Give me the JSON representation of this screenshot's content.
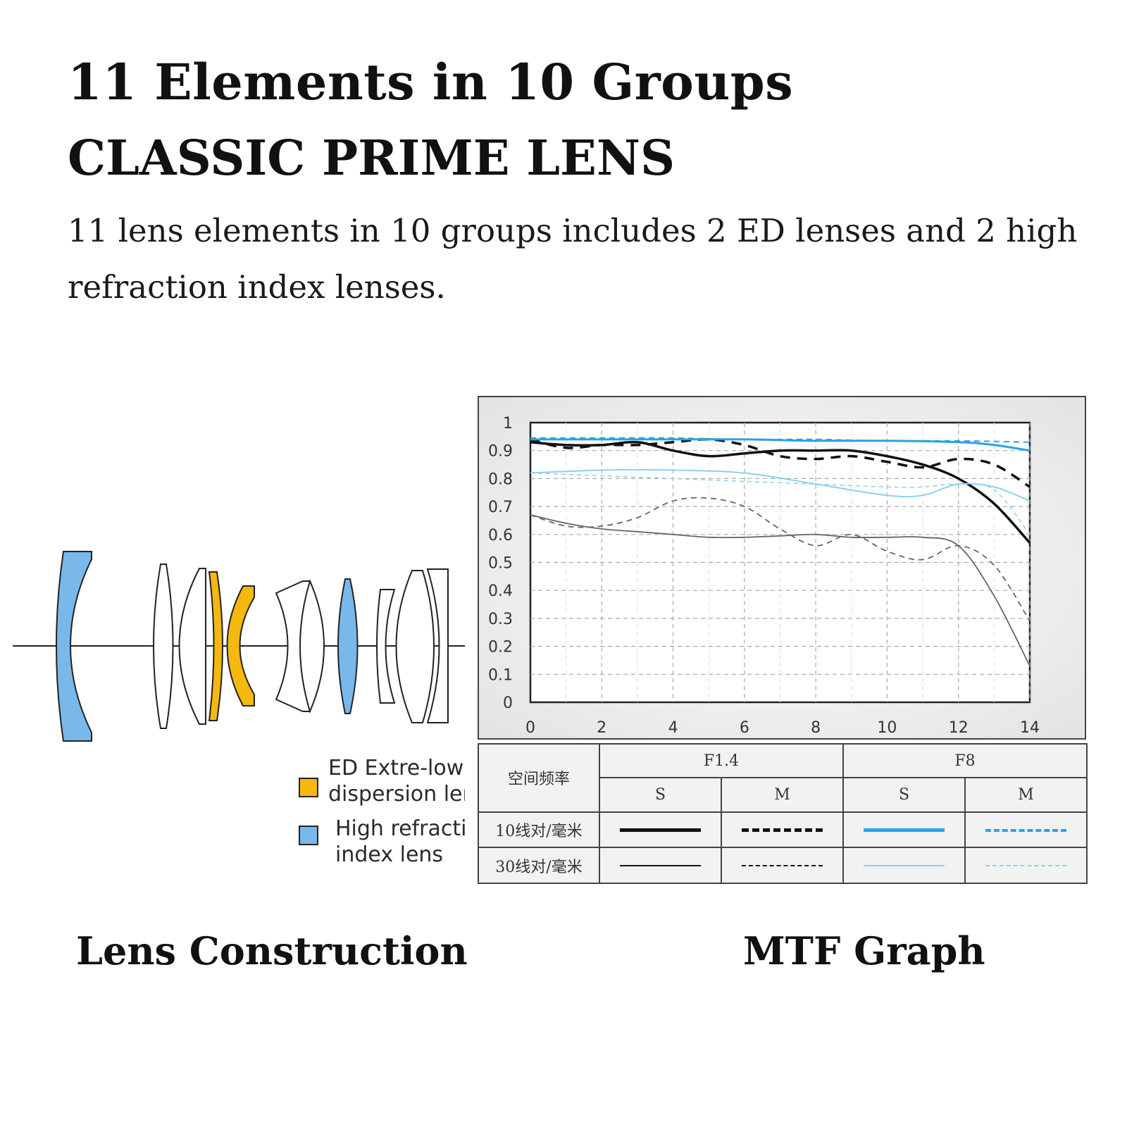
{
  "header": {
    "title": "11 Elements in 10 Groups",
    "subtitle": "CLASSIC PRIME LENS",
    "description": "11 lens elements in 10 groups includes 2 ED lenses and 2 high refraction index lenses."
  },
  "lens_construction": {
    "caption": "Lens Construction",
    "legend": [
      {
        "line1": "ED Extre-low",
        "line2": "dispersion lens",
        "color": "#f5b80f"
      },
      {
        "line1": "High refraction",
        "line2": "index lens",
        "color": "#7ab8ea"
      }
    ]
  },
  "mtf": {
    "caption": "MTF Graph",
    "table": {
      "corner": "空间频率",
      "apertures": [
        "F1.4",
        "F8"
      ],
      "sub": [
        "S",
        "M",
        "S",
        "M"
      ],
      "rows": [
        "10线对/毫米",
        "30线对/毫米"
      ]
    }
  },
  "colors": {
    "black": "#111111",
    "blue": "#2aa3e6",
    "light_blue": "#8ccff2",
    "gray": "#666666",
    "ed": "#f5b80f",
    "hr": "#7ab8ea"
  },
  "chart_data": {
    "type": "line",
    "xlim": [
      0,
      14
    ],
    "ylim": [
      0,
      1
    ],
    "xticks": [
      0,
      2,
      4,
      6,
      8,
      10,
      12,
      14
    ],
    "yticks": [
      "0",
      "0.1",
      "0.2",
      "0.3",
      "0.4",
      "0.5",
      "0.6",
      "0.7",
      "0.8",
      "0.9",
      "1"
    ],
    "grid": true,
    "series": [
      {
        "aperture": "F1.4",
        "freq": "10",
        "type": "S",
        "color": "#111111",
        "width": 3.5,
        "dash": "",
        "x": [
          0,
          1,
          2,
          3,
          4,
          5,
          6,
          7,
          8,
          9,
          10,
          11,
          12,
          13,
          14
        ],
        "y": [
          0.93,
          0.92,
          0.92,
          0.93,
          0.9,
          0.88,
          0.89,
          0.9,
          0.9,
          0.9,
          0.88,
          0.85,
          0.8,
          0.71,
          0.57
        ]
      },
      {
        "aperture": "F1.4",
        "freq": "10",
        "type": "M",
        "color": "#111111",
        "width": 3.5,
        "dash": "14,10",
        "x": [
          0,
          1,
          2,
          3,
          4,
          5,
          6,
          7,
          8,
          9,
          10,
          11,
          12,
          13,
          14
        ],
        "y": [
          0.94,
          0.91,
          0.92,
          0.92,
          0.93,
          0.94,
          0.92,
          0.88,
          0.87,
          0.88,
          0.86,
          0.84,
          0.87,
          0.85,
          0.77
        ]
      },
      {
        "aperture": "F8",
        "freq": "10",
        "type": "S",
        "color": "#2aa3e6",
        "width": 3,
        "dash": "",
        "x": [
          0,
          2,
          4,
          6,
          8,
          10,
          12,
          13,
          14
        ],
        "y": [
          0.94,
          0.94,
          0.94,
          0.94,
          0.935,
          0.935,
          0.93,
          0.92,
          0.9
        ]
      },
      {
        "aperture": "F8",
        "freq": "10",
        "type": "M",
        "color": "#2aa3e6",
        "width": 2,
        "dash": "8,6",
        "x": [
          0,
          2,
          4,
          6,
          8,
          10,
          12,
          14
        ],
        "y": [
          0.945,
          0.945,
          0.945,
          0.94,
          0.94,
          0.935,
          0.935,
          0.93
        ]
      },
      {
        "aperture": "F1.4",
        "freq": "30",
        "type": "S",
        "color": "#666666",
        "width": 1.8,
        "dash": "",
        "x": [
          0,
          1,
          2,
          3,
          4,
          5,
          6,
          7,
          8,
          9,
          10,
          11,
          12,
          13,
          14
        ],
        "y": [
          0.67,
          0.64,
          0.62,
          0.61,
          0.6,
          0.59,
          0.59,
          0.595,
          0.6,
          0.59,
          0.59,
          0.59,
          0.56,
          0.38,
          0.13
        ]
      },
      {
        "aperture": "F1.4",
        "freq": "30",
        "type": "M",
        "color": "#666666",
        "width": 1.8,
        "dash": "8,6",
        "x": [
          0,
          1,
          2,
          3,
          4,
          5,
          6,
          7,
          8,
          9,
          10,
          11,
          12,
          13,
          14
        ],
        "y": [
          0.67,
          0.63,
          0.63,
          0.66,
          0.72,
          0.73,
          0.7,
          0.62,
          0.56,
          0.6,
          0.54,
          0.51,
          0.56,
          0.49,
          0.29
        ]
      },
      {
        "aperture": "F8",
        "freq": "30",
        "type": "S",
        "color": "#8ccff2",
        "width": 2,
        "dash": "",
        "x": [
          0,
          2,
          4,
          6,
          8,
          10,
          11,
          12,
          13,
          14
        ],
        "y": [
          0.82,
          0.83,
          0.83,
          0.82,
          0.78,
          0.74,
          0.74,
          0.78,
          0.77,
          0.72
        ]
      },
      {
        "aperture": "F8",
        "freq": "30",
        "type": "M",
        "color": "#8ccff2",
        "width": 1.5,
        "dash": "6,5",
        "x": [
          0,
          2,
          4,
          6,
          8,
          10,
          11,
          12,
          13,
          14
        ],
        "y": [
          0.82,
          0.81,
          0.8,
          0.79,
          0.78,
          0.77,
          0.77,
          0.78,
          0.76,
          0.6
        ]
      }
    ]
  }
}
